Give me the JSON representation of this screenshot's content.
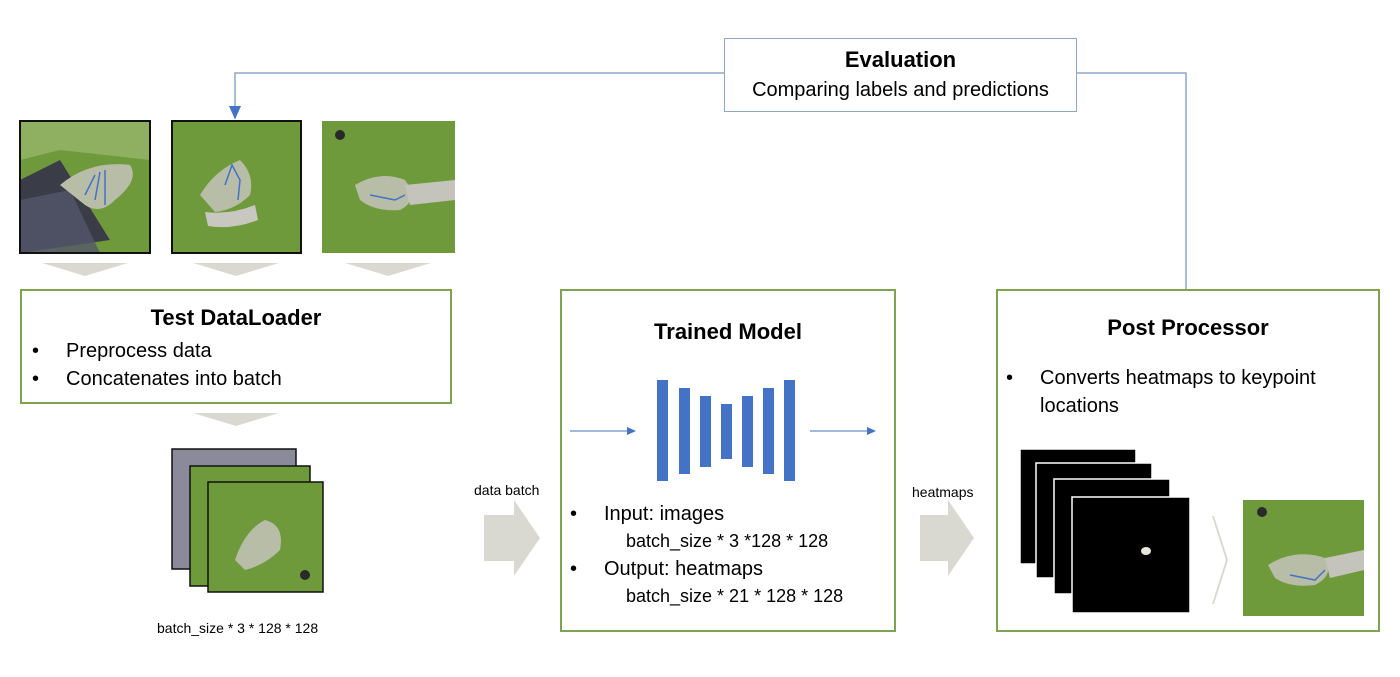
{
  "evaluation": {
    "title": "Evaluation",
    "subtitle": "Comparing labels and predictions"
  },
  "dataloader": {
    "title": "Test DataLoader",
    "bullets": [
      "Preprocess data",
      "Concatenates into batch"
    ]
  },
  "batch_label": "batch_size * 3 * 128 * 128",
  "data_batch_label": "data batch",
  "model": {
    "title": "Trained Model",
    "input_label": "Input: images",
    "input_shape": "batch_size * 3 *128 * 128",
    "output_label": "Output: heatmaps",
    "output_shape": "batch_size * 21 * 128 * 128"
  },
  "heatmaps_label": "heatmaps",
  "post": {
    "title": "Post Processor",
    "bullets": [
      "Converts heatmaps to keypoint",
      "locations"
    ]
  },
  "bullet_glyph": "•",
  "colors": {
    "green_border": "#7ea452",
    "blue": "#4472c4",
    "arrow_gray": "#d9d9d2",
    "image_green": "#6f9a3c"
  }
}
